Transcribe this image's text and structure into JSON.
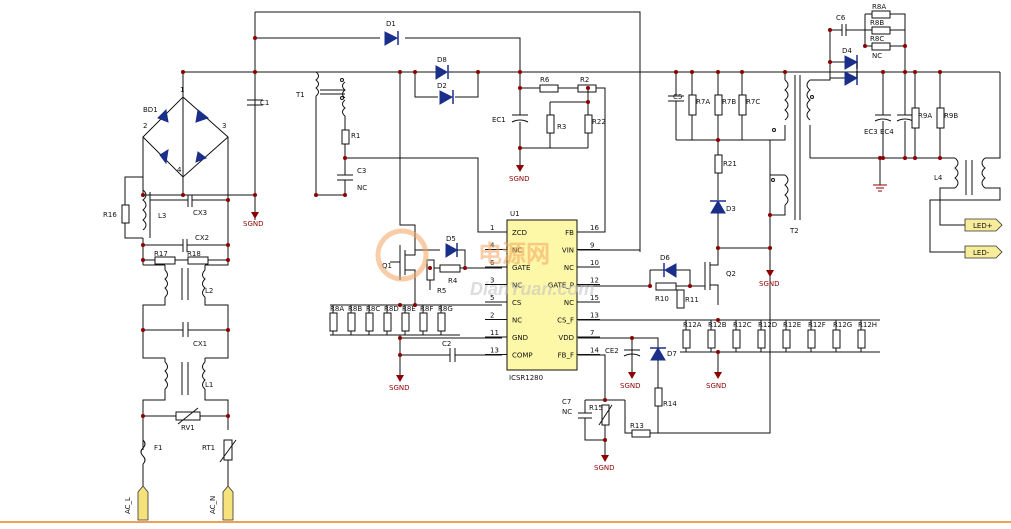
{
  "ic": {
    "ref": "U1",
    "part": "ICSR1280"
  },
  "pins_left": [
    {
      "num": "1",
      "name": "ZCD"
    },
    {
      "num": "4",
      "name": "NC"
    },
    {
      "num": "6",
      "name": "GATE"
    },
    {
      "num": "3",
      "name": "NC"
    },
    {
      "num": "5",
      "name": "CS"
    },
    {
      "num": "2",
      "name": "NC"
    },
    {
      "num": "11",
      "name": "GND"
    },
    {
      "num": "13",
      "name": "COMP"
    }
  ],
  "pins_right": [
    {
      "num": "16",
      "name": "FB"
    },
    {
      "num": "9",
      "name": "VIN"
    },
    {
      "num": "10",
      "name": "NC"
    },
    {
      "num": "12",
      "name": "GATE_P"
    },
    {
      "num": "15",
      "name": "NC"
    },
    {
      "num": "13",
      "name": "CS_F"
    },
    {
      "num": "7",
      "name": "VDD"
    },
    {
      "num": "14",
      "name": "FB_F"
    }
  ],
  "labels": {
    "bd1": "BD1",
    "bd_pin1": "1",
    "bd_pin2": "2",
    "bd_pin3": "3",
    "bd_pin4": "4",
    "c1": "C1",
    "t1": "T1",
    "r1": "R1",
    "c3": "C3",
    "nc": "NC",
    "d1": "D1",
    "d8": "D8",
    "d2": "D2",
    "ec1": "EC1",
    "r6": "R6",
    "r2": "R2",
    "r3": "R3",
    "r22": "R22",
    "r16": "R16",
    "l3": "L3",
    "cx3": "CX3",
    "cx2": "CX2",
    "r17": "R17",
    "r18": "R18",
    "l2": "L2",
    "cx1": "CX1",
    "l1": "L1",
    "rv1": "RV1",
    "f1": "F1",
    "rt1": "RT1",
    "ac_l": "AC_L",
    "ac_n": "AC_N",
    "q1": "Q1",
    "d5": "D5",
    "r4": "R4",
    "r5": "R5",
    "r8": [
      "R8A",
      "R8B",
      "R8C",
      "R8D",
      "R8E",
      "R8F",
      "R8G"
    ],
    "c2": "C2",
    "c5": "C5",
    "r7a": "R7A",
    "r7b": "R7B",
    "r7c": "R7C",
    "r21": "R21",
    "d3": "D3",
    "t2": "T2",
    "d6": "D6",
    "q2": "Q2",
    "r10": "R10",
    "r11": "R11",
    "r12": [
      "R12A",
      "R12B",
      "R12C",
      "R12D",
      "R12E",
      "R12F",
      "R12G",
      "R12H"
    ],
    "ce2": "CE2",
    "d7": "D7",
    "r14": "R14",
    "c7": "C7",
    "r15": "R15",
    "r13": "R13",
    "c6": "C6",
    "r8a2": "R8A",
    "r8b2": "R8B",
    "r8c2": "R8C",
    "d4": "D4",
    "ec3": "EC3",
    "ec4": "EC4",
    "r9a": "R9A",
    "r9b": "R9B",
    "l4": "L4",
    "led_plus": "LED+",
    "led_minus": "LED-",
    "sgnd": "SGND",
    "watermark_cn": "电源网",
    "watermark_en": "DianYuan.com"
  },
  "colors": {
    "wire": "#111111",
    "diode": "#1a2f8a",
    "ground": "#8b0000",
    "connector": "#f5e27a",
    "watermark": "#f4a460"
  }
}
